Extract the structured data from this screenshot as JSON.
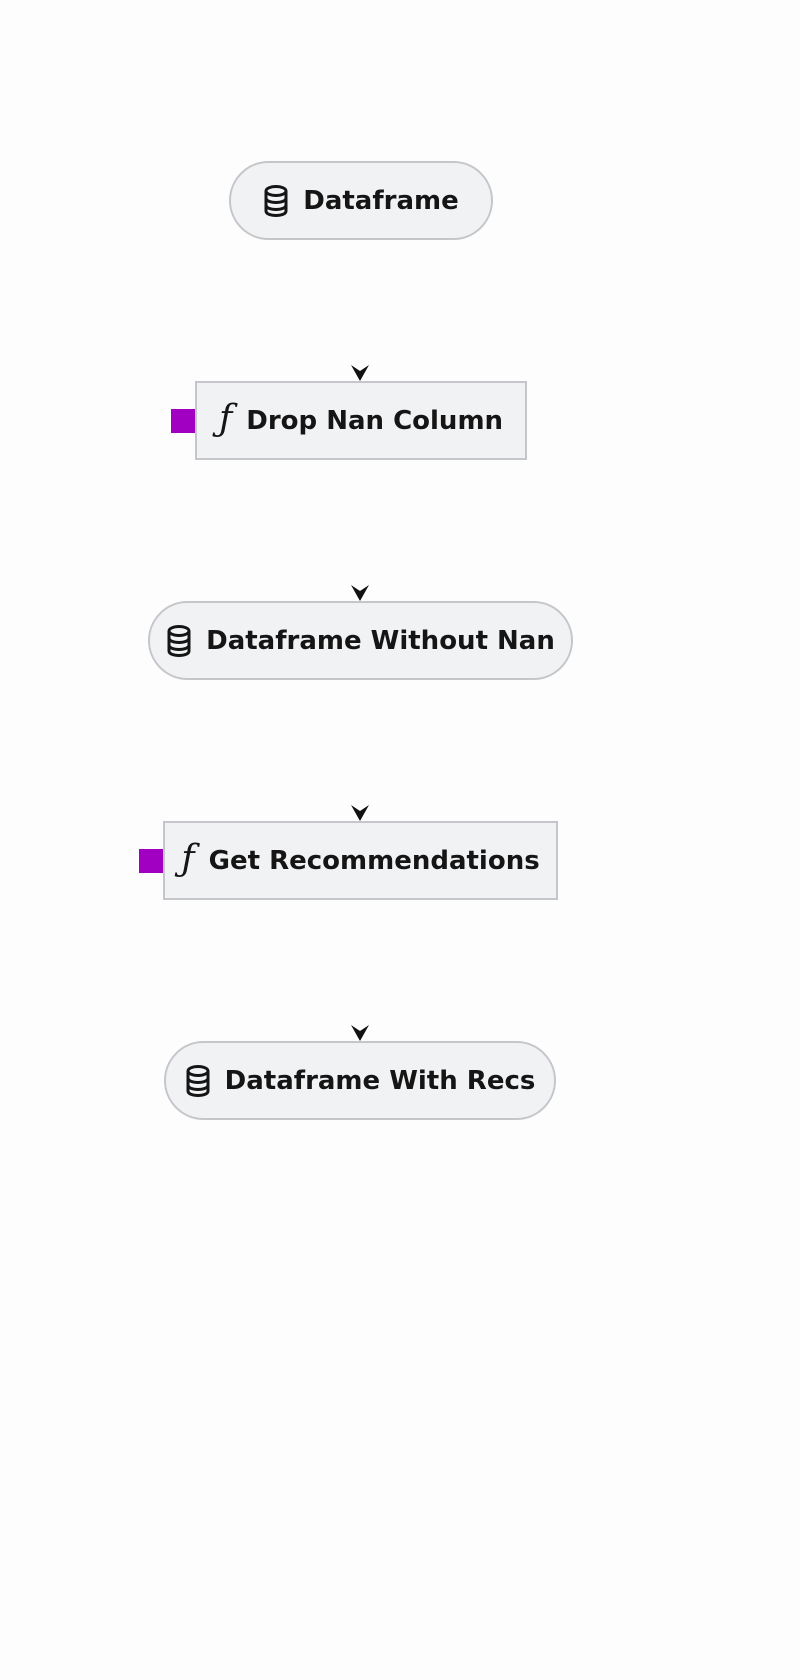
{
  "diagram": {
    "nodes": [
      {
        "id": "dataframe",
        "type": "data",
        "label": "Dataframe",
        "icon": "database-icon"
      },
      {
        "id": "drop-nan-column",
        "type": "function",
        "label": "Drop Nan Column",
        "icon": "function-icon",
        "icon_glyph": "ƒ"
      },
      {
        "id": "dataframe-without-nan",
        "type": "data",
        "label": "Dataframe Without Nan",
        "icon": "database-icon"
      },
      {
        "id": "get-recommendations",
        "type": "function",
        "label": "Get Recommendations",
        "icon": "function-icon",
        "icon_glyph": "ƒ"
      },
      {
        "id": "dataframe-with-recs",
        "type": "data",
        "label": "Dataframe With Recs",
        "icon": "database-icon"
      }
    ],
    "edges": [
      {
        "from": "dataframe",
        "to": "drop-nan-column"
      },
      {
        "from": "drop-nan-column",
        "to": "dataframe-without-nan"
      },
      {
        "from": "dataframe-without-nan",
        "to": "get-recommendations"
      },
      {
        "from": "get-recommendations",
        "to": "dataframe-with-recs"
      }
    ],
    "colors": {
      "node_fill": "#f1f2f4",
      "node_border": "#c4c6ca",
      "text": "#151515",
      "edge": "#111111",
      "function_marker": "#a100c2",
      "background": "#fdfdfd"
    }
  }
}
